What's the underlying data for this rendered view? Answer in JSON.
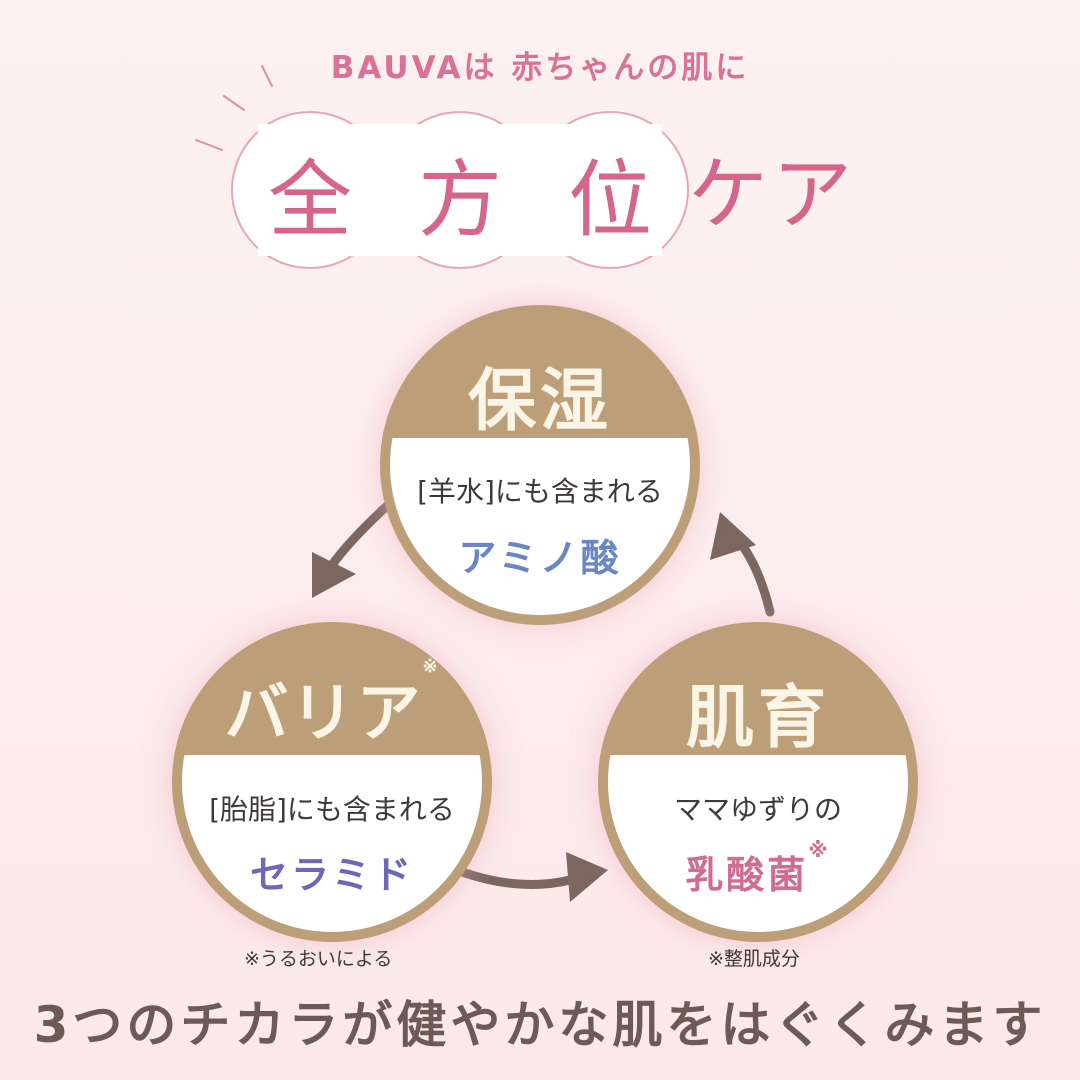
{
  "header": {
    "subtitle": "BAUVAは 赤ちゃんの肌に",
    "title_chars": [
      "全",
      "方",
      "位"
    ],
    "title_tail": "ケア"
  },
  "circles": {
    "hoshitsu": {
      "heading": "保湿",
      "line1": "[羊水]にも含まれる",
      "line2": "アミノ酸",
      "line2_color": "#6a86c4"
    },
    "barrier": {
      "heading": "バリア",
      "heading_mark": "※",
      "line1": "[胎脂]にも含まれる",
      "line2": "セラミド",
      "line2_color": "#6f67b5",
      "note": "※うるおいによる"
    },
    "hadaiku": {
      "heading": "肌育",
      "line1": "ママゆずりの",
      "line2": "乳酸菌",
      "line2_mark": "※",
      "line2_color": "#cf6c93",
      "note": "※整肌成分"
    }
  },
  "footer": {
    "part1": "3つの",
    "part2": "チカラ",
    "part3": "が健やかな肌をはぐくみます"
  },
  "colors": {
    "pink": "#d5658c",
    "gold": "#bc9f79",
    "arrow": "#7b6760",
    "text_brown": "#6b5a55"
  }
}
